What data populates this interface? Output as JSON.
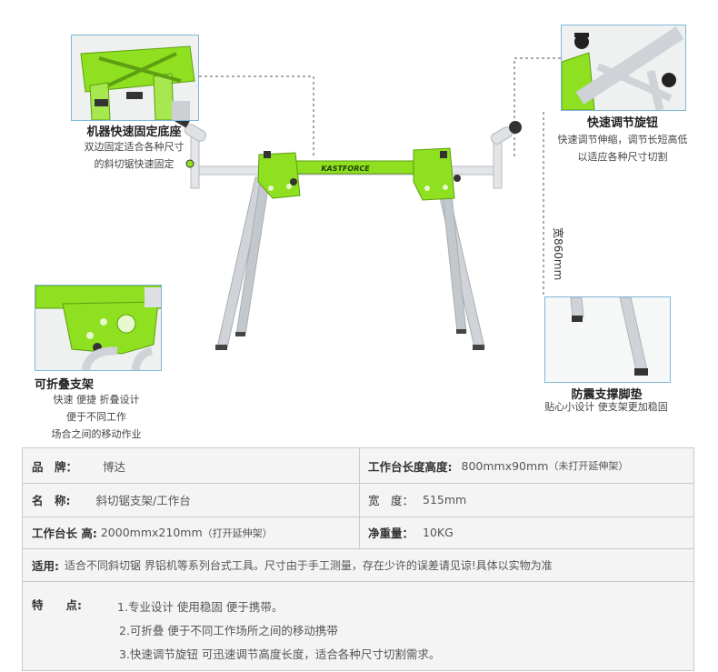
{
  "brand_on_stand": "KASTFORCE",
  "width_dimension": "宽860mm",
  "callouts": {
    "base": {
      "title": "机器快速固定底座",
      "desc": [
        "双边固定适合各种尺寸",
        "的斜切锯快速固定"
      ]
    },
    "knob": {
      "title": "快速调节旋钮",
      "desc": [
        "快速调节伸缩，调节长短高低",
        "以适应各种尺寸切割"
      ]
    },
    "fold": {
      "title": "可折叠支架",
      "desc": [
        "快速 便捷 折叠设计",
        "便于不同工作",
        "场合之间的移动作业"
      ]
    },
    "pad": {
      "title": "防震支撑脚垫",
      "desc": [
        "贴心小设计 使支架更加稳固"
      ]
    }
  },
  "specs": {
    "brand_label": "品　牌：",
    "brand_value": "博达",
    "height_label": "工作台长度高度:",
    "height_value": "800mmx90mm",
    "height_note": "（未打开延伸架）",
    "name_label": "名　称:",
    "name_value": "斜切锯支架/工作台",
    "width_label": "宽　度：",
    "width_value": "515mm",
    "length_label": "工作台长 高:",
    "length_value": "2000mmx210mm",
    "length_note": "（打开延伸架）",
    "weight_label": "净重量：",
    "weight_value": "10KG",
    "use_label": "适用:",
    "use_value": "适合不同斜切锯 界铝机等系列台式工具。尺寸由于手工测量，存在少许的误差请见谅!具体以实物为准",
    "feature_label": "特　　点:",
    "features": [
      "1.专业设计 使用稳固 便于携带。",
      "2.可折叠 便于不同工作场所之间的移动携带",
      "3.快速调节旋钮 可迅速调节高度长度，适合各种尺寸切割需求。"
    ]
  },
  "colors": {
    "accent": "#8ee020",
    "frame": "#d9dcdf",
    "box_border": "#7fb8d8"
  }
}
